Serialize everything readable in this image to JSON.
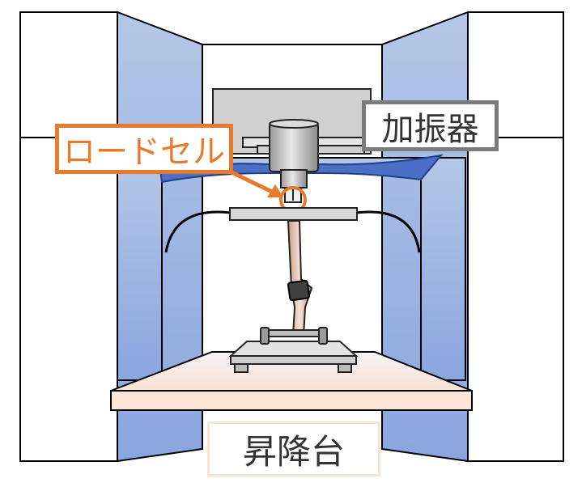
{
  "labels": {
    "exciter": "加振器",
    "load_cell": "ロードセル",
    "lift_table": "昇降台"
  },
  "colors": {
    "frame_side": "#8aa6df",
    "frame_top": "#b4c7e7",
    "frame_outline": "#000000",
    "exciter_body": "#d0d0d0",
    "exciter_border": "#7b7b7b",
    "load_cell_accent": "#e97a2c",
    "lift_table_top": "#fbe5d6",
    "lift_table_shadow": "#f2f2f2",
    "cable_blue": "#2f5597"
  }
}
